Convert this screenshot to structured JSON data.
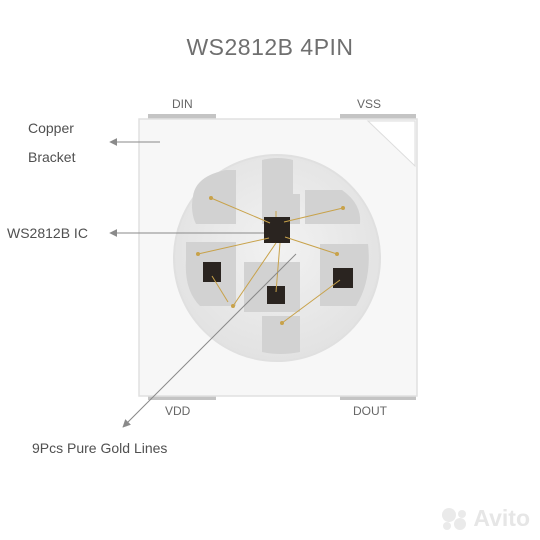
{
  "title": "WS2812B 4PIN",
  "pins": {
    "din": "DIN",
    "vss": "VSS",
    "vdd": "VDD",
    "dout": "DOUT"
  },
  "callouts": {
    "copper_line1": "Copper",
    "copper_line2": "Bracket",
    "ic": "WS2812B IC",
    "gold": "9Pcs Pure Gold Lines"
  },
  "watermark": {
    "text": "Avito",
    "icon": "avito-dots-logo"
  },
  "colors": {
    "package": "#f7f7f7",
    "cup": "#e9e9e9",
    "bracket": "#d0d0d0",
    "die": "#2a2420",
    "gold_wire": "#c8a24a",
    "pin": "#c4c4c4",
    "text": "#505050"
  }
}
